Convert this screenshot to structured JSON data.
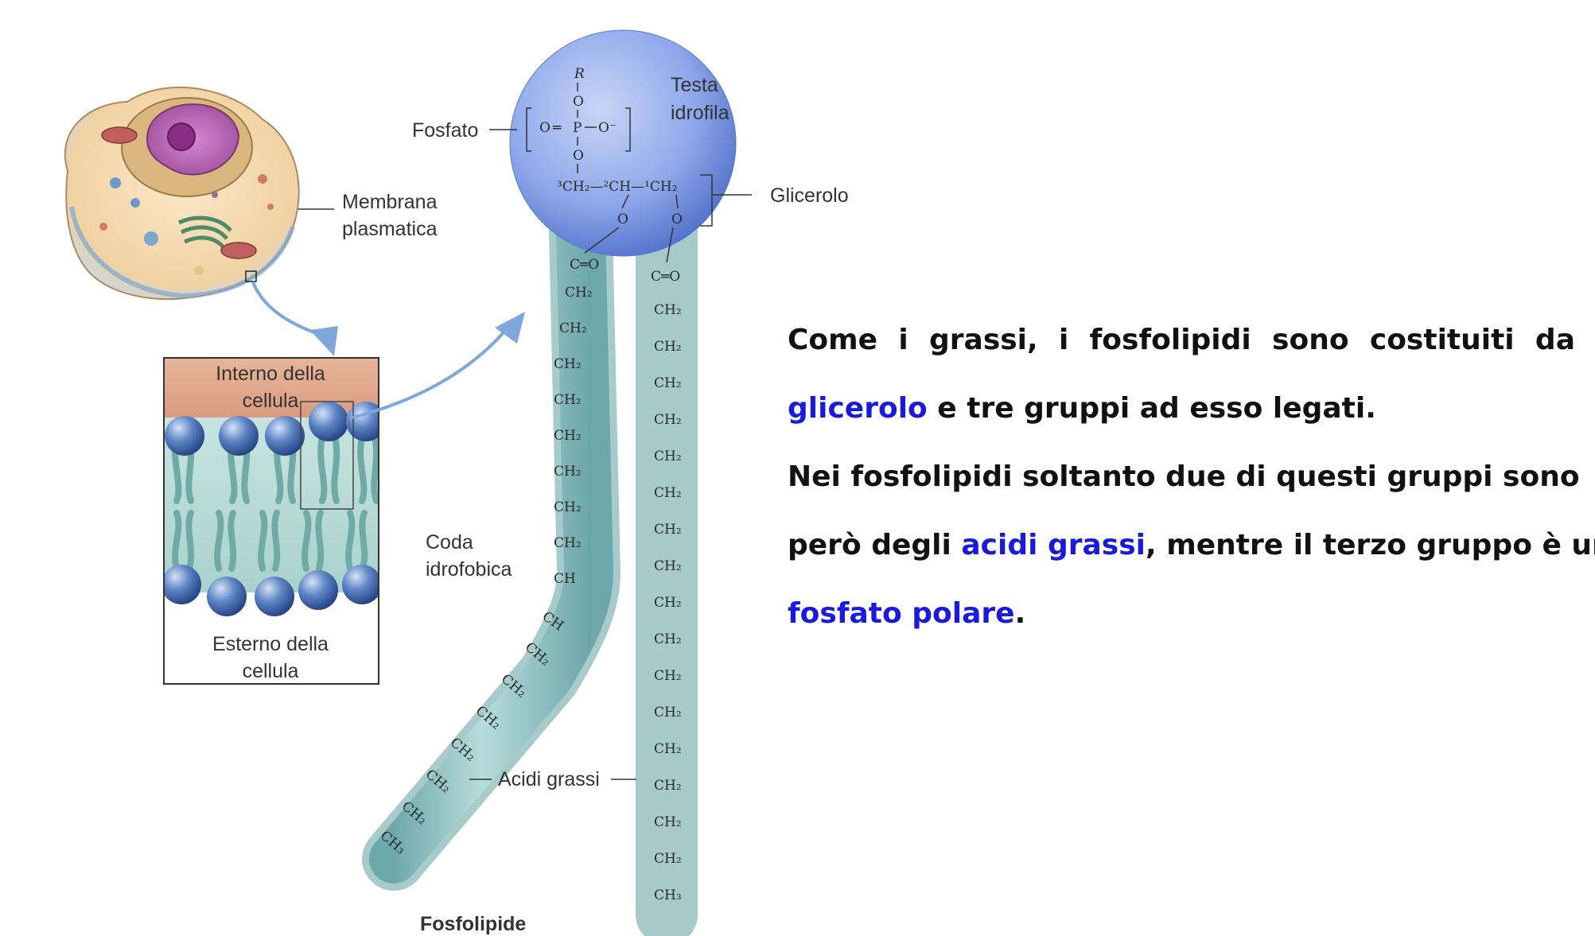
{
  "diagram": {
    "caption": "Fosfolipide",
    "labels": {
      "fosfato": "Fosfato",
      "testa_line1": "Testa",
      "testa_line2": "idrofila",
      "glicerolo": "Glicerolo",
      "membrana_line1": "Membrana",
      "membrana_line2": "plasmatica",
      "interno_line1": "Interno della",
      "interno_line2": "cellula",
      "esterno_line1": "Esterno della",
      "esterno_line2": "cellula",
      "coda_line1": "Coda",
      "coda_line2": "idrofobica",
      "acidi_grassi": "Acidi grassi"
    },
    "formula": {
      "r": "R",
      "o": "O",
      "phosphate_left": "O",
      "p": "P",
      "phosphate_right": "O⁻",
      "glycerol": "³CH₂—²CH—¹CH₂",
      "carbonyl": "C═O",
      "ch2": "CH₂",
      "ch": "CH",
      "ch3": "CH₃"
    }
  },
  "text": {
    "line1": "Come i grassi, i fosfolipidi sono costituiti da",
    "line2_hl": "glicerolo",
    "line2_rest": " e tre gruppi ad esso legati.",
    "line3": "Nei fosfolipidi soltanto due di questi gruppi sono",
    "line4_pre": "però degli ",
    "line4_hl": "acidi grassi",
    "line4_post": ", mentre il terzo gruppo è un",
    "line5_hl": "fosfato polare",
    "line5_post": "."
  },
  "colors": {
    "highlight": "#1a1adc",
    "head": "#7f9ee4",
    "tail": "#8fc4c4"
  }
}
